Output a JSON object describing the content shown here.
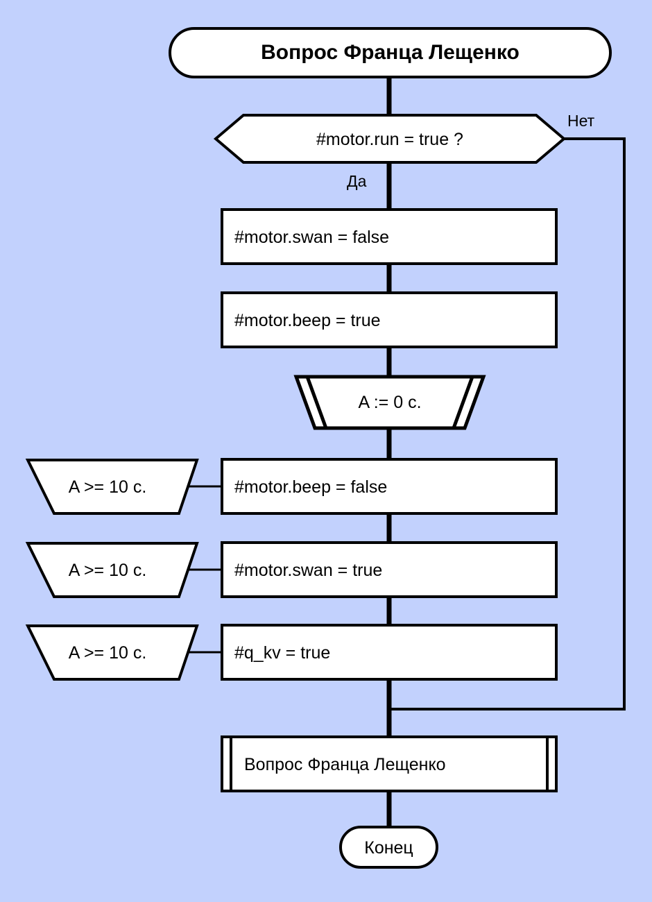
{
  "diagram": {
    "type": "flowchart",
    "background_color": "#c2d1fd",
    "shape_fill": "#ffffff",
    "stroke_color": "#000000",
    "title": "Вопрос Франца Лещенко"
  },
  "nodes": {
    "start": {
      "label": "Вопрос Франца Лещенко",
      "shape": "stadium"
    },
    "decision": {
      "label": "#motor.run = true ?",
      "shape": "hexagon"
    },
    "step1": {
      "label": "#motor.swan = false",
      "shape": "process"
    },
    "step2": {
      "label": "#motor.beep = true",
      "shape": "process"
    },
    "timer_reset": {
      "label": "A := 0 c.",
      "shape": "timer-reset-trapezoid"
    },
    "cond1": {
      "label": "A >= 10 c.",
      "shape": "condition-trapezoid"
    },
    "step3": {
      "label": "#motor.beep = false",
      "shape": "process"
    },
    "cond2": {
      "label": "A >= 10 c.",
      "shape": "condition-trapezoid"
    },
    "step4": {
      "label": "#motor.swan = true",
      "shape": "process"
    },
    "cond3": {
      "label": "A >= 10 c.",
      "shape": "condition-trapezoid"
    },
    "step5": {
      "label": "#q_kv = true",
      "shape": "process"
    },
    "subroutine": {
      "label": "Вопрос Франца Лещенко",
      "shape": "subroutine"
    },
    "end": {
      "label": "Конец",
      "shape": "stadium"
    }
  },
  "edge_labels": {
    "yes": "Да",
    "no": "Нет"
  }
}
